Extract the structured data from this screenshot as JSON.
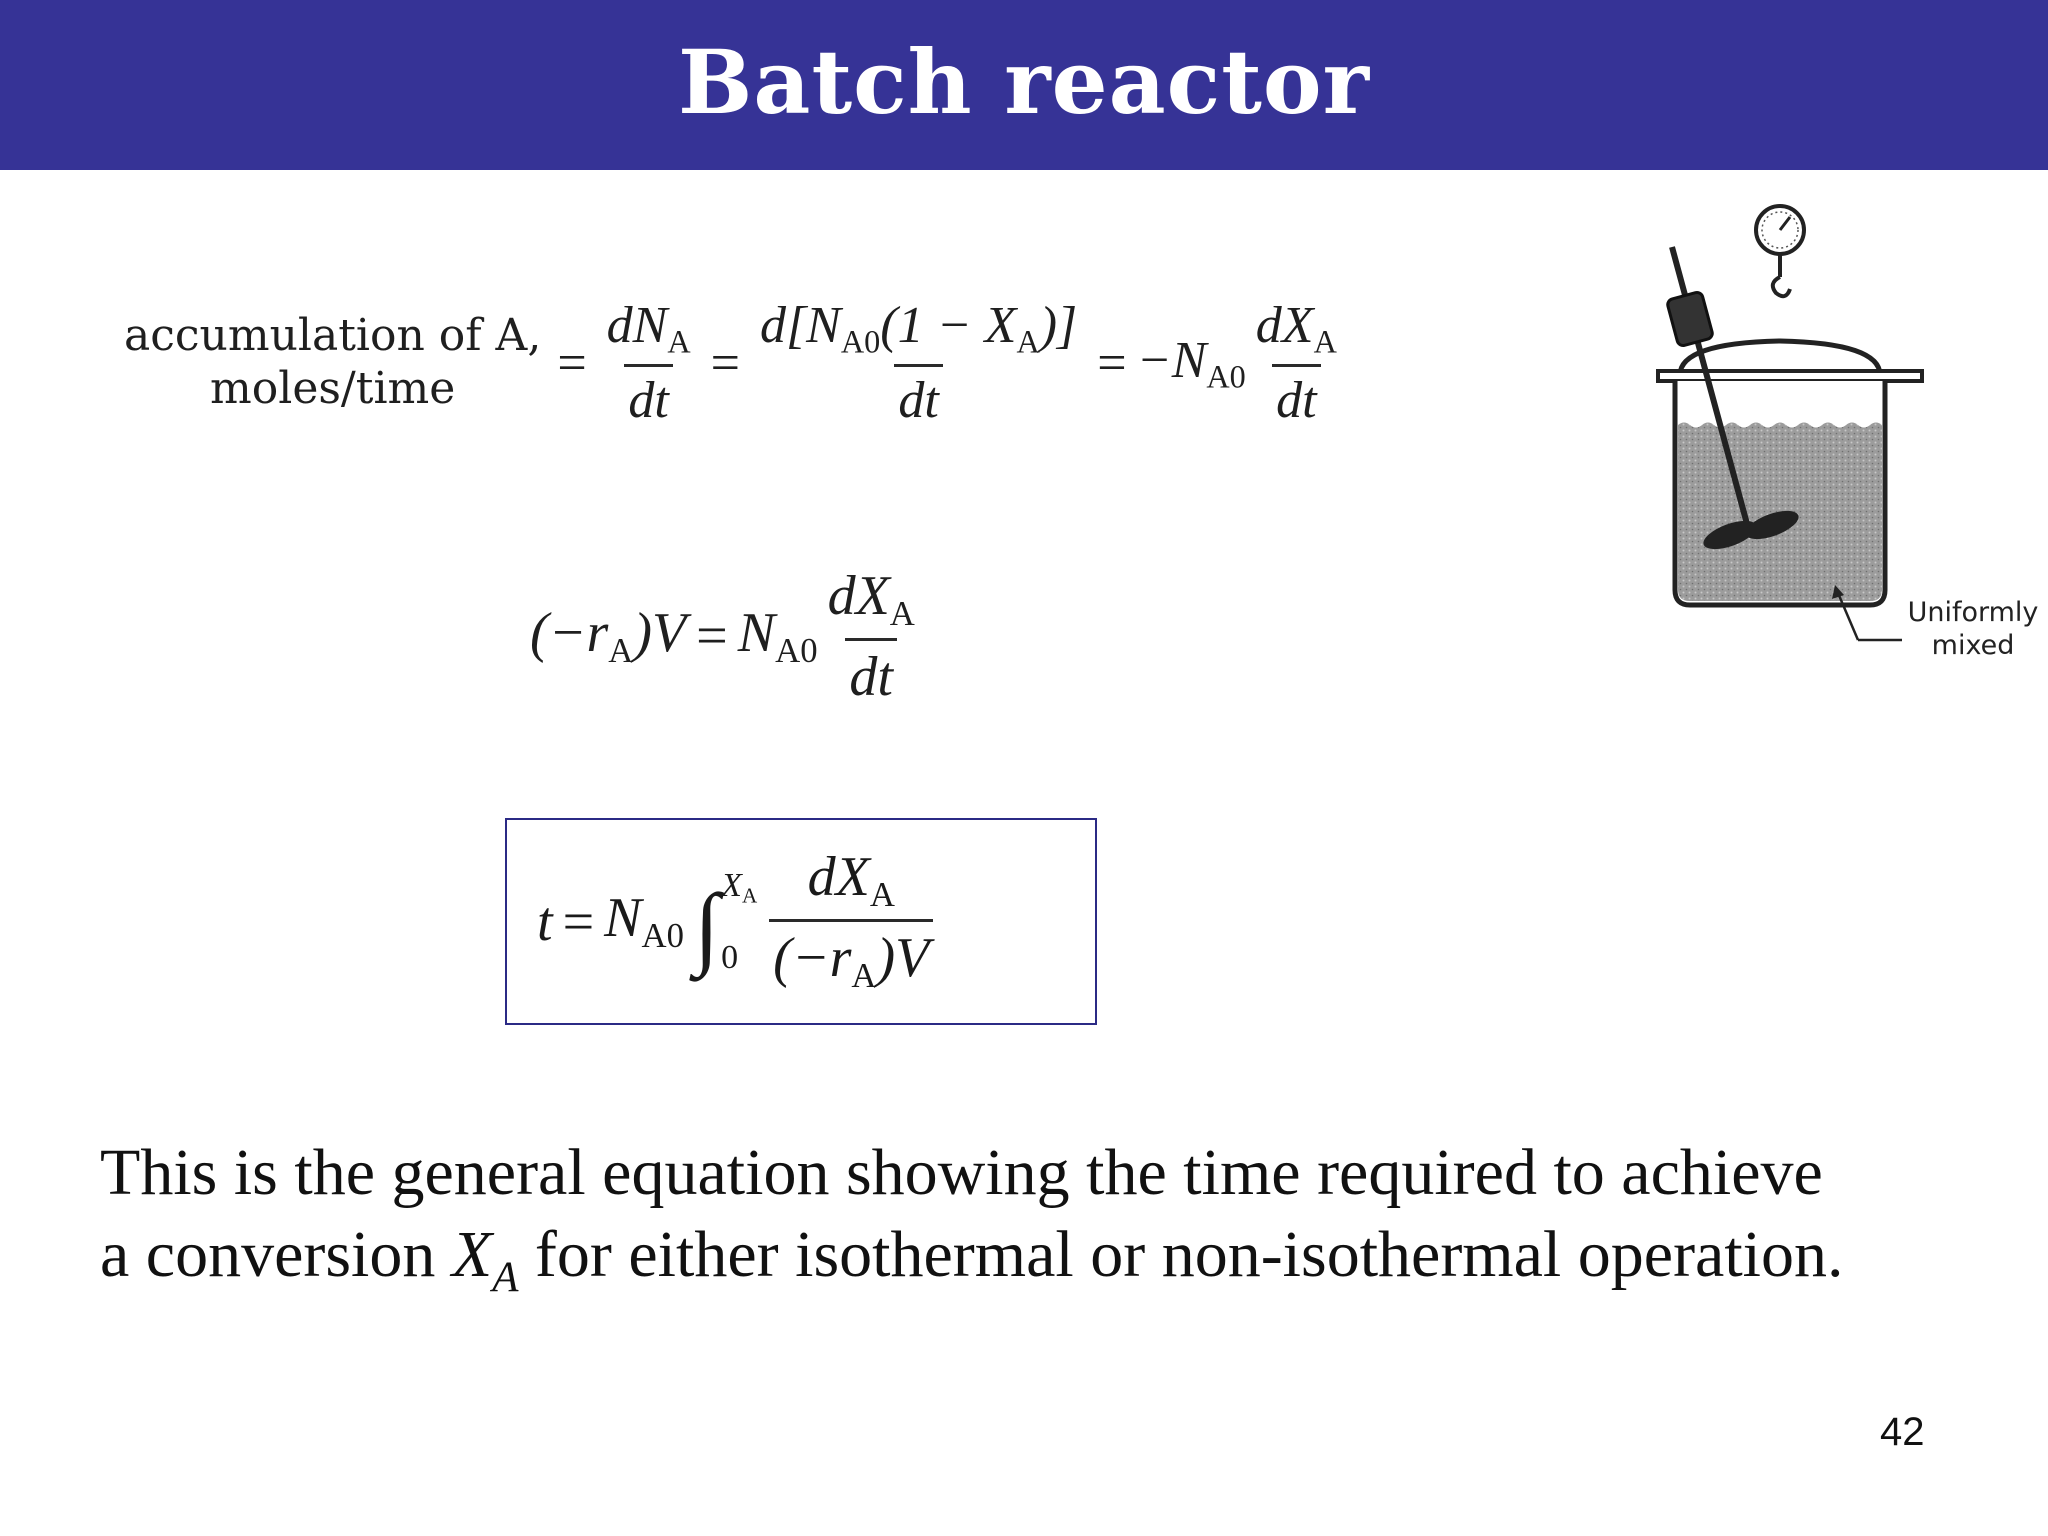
{
  "slide": {
    "title": "Batch reactor",
    "page_number": "42"
  },
  "equation1": {
    "label_line1": "accumulation of A,",
    "label_line2": "moles/time",
    "eq_sign": "=",
    "dNA": "dN",
    "sub_A": "A",
    "dt": "dt",
    "d_bracket": "d[N",
    "sub_A0": "A0",
    "one_minus": "(1 − X",
    "close": ")]",
    "minus_N": "−N",
    "dX": "dX"
  },
  "equation2": {
    "lhs_open": "(−r",
    "sub_A": "A",
    "lhs_close": ")V",
    "eq_sign": "=",
    "N": "N",
    "sub_A0": "A0",
    "dX": "dX",
    "dt": "dt"
  },
  "equation3": {
    "t": "t",
    "eq_sign": "=",
    "N": "N",
    "sub_A0": "A0",
    "integral": "∫",
    "upper_limit": "X",
    "upper_sub": "A",
    "lower_limit": "0",
    "dX": "dX",
    "den_open": "(−r",
    "den_close": ")V"
  },
  "body": {
    "line1": "This is the general equation showing the time required to achieve",
    "line2_pre": "a conversion ",
    "var": "X",
    "var_sub": "A",
    "line2_post": " for either isothermal or non-isothermal operation."
  },
  "figure": {
    "caption_line1": "Uniformly",
    "caption_line2": "mixed"
  },
  "colors": {
    "title_bar": "#363396",
    "box_border": "#2b2a85"
  }
}
